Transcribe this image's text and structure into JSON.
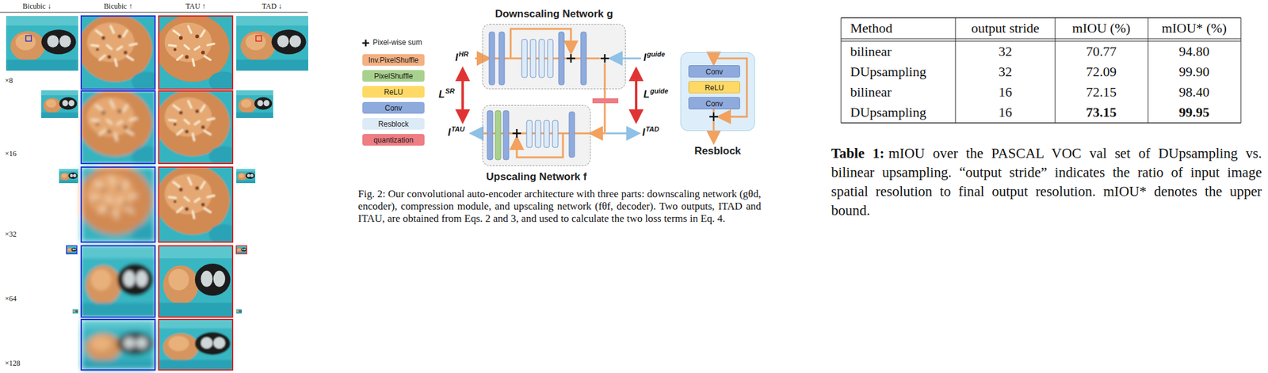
{
  "diagram": {
    "nodes": [
      {
        "text": [
          "Downscaling Network g"
        ]
      },
      {
        "text": [
          "Upscaling Network f"
        ]
      },
      {
        "text": [
          "Resblock"
        ]
      },
      {
        "text": [
          "Conv"
        ],
        "in": 2
      },
      {
        "text": [
          "ReLU"
        ],
        "in": 2
      },
      {
        "text": [
          "Conv"
        ],
        "in": 2
      }
    ],
    "edges": [
      {
        "from": 0,
        "to": 1,
        "arrow": "to"
      }
    ],
    "labels": [
      "Bicubic ↓",
      "Bicubic ↑",
      "TAU ↑",
      "TAD ↓",
      "×8",
      "×16",
      "×32",
      "×64",
      "×128",
      "I",
      "HR",
      "I",
      "guide",
      "L",
      "SR",
      "L",
      "guide",
      "I",
      "TAU",
      "I",
      "TAD",
      "Fig. 2: Our convolutional auto-encoder architecture with three parts: downscaling network (gθd, encoder), compression module, and upscaling network (fθf, decoder). Two outputs, ITAD and ITAU, are obtained from Eqs. 2 and 3, and used to calculate the two loss terms in Eq. 4.",
      "Method",
      "output stride",
      "mIOU (%)",
      "mIOU* (%)",
      "bilinear",
      "32",
      "70.77",
      "94.80",
      "DUpsampling",
      "32",
      "72.09",
      "99.90",
      "bilinear",
      "16",
      "72.15",
      "98.40",
      "DUpsampling",
      "16",
      "73.15",
      "99.95",
      "Table 1:",
      "mIOU over the PASCAL VOC val set of DUpsampling vs. bilinear upsampling. “output stride” indicates the ratio of input image spatial resolution to final output resolution. mIOU* denotes the upper bound."
    ],
    "legend": [
      {
        "text": "Pixel-wise sum"
      },
      {
        "text": "Inv.PixelShuffle",
        "color": "#f4b183"
      },
      {
        "text": "PixelShuffle",
        "color": "#a9d18e"
      },
      {
        "text": "ReLU",
        "color": "#ffd966"
      },
      {
        "text": "Conv",
        "color": "#8faadc"
      },
      {
        "text": "Resblock",
        "color": "#ddebf7"
      },
      {
        "text": "quantization",
        "color": "#ee7d84"
      }
    ]
  }
}
